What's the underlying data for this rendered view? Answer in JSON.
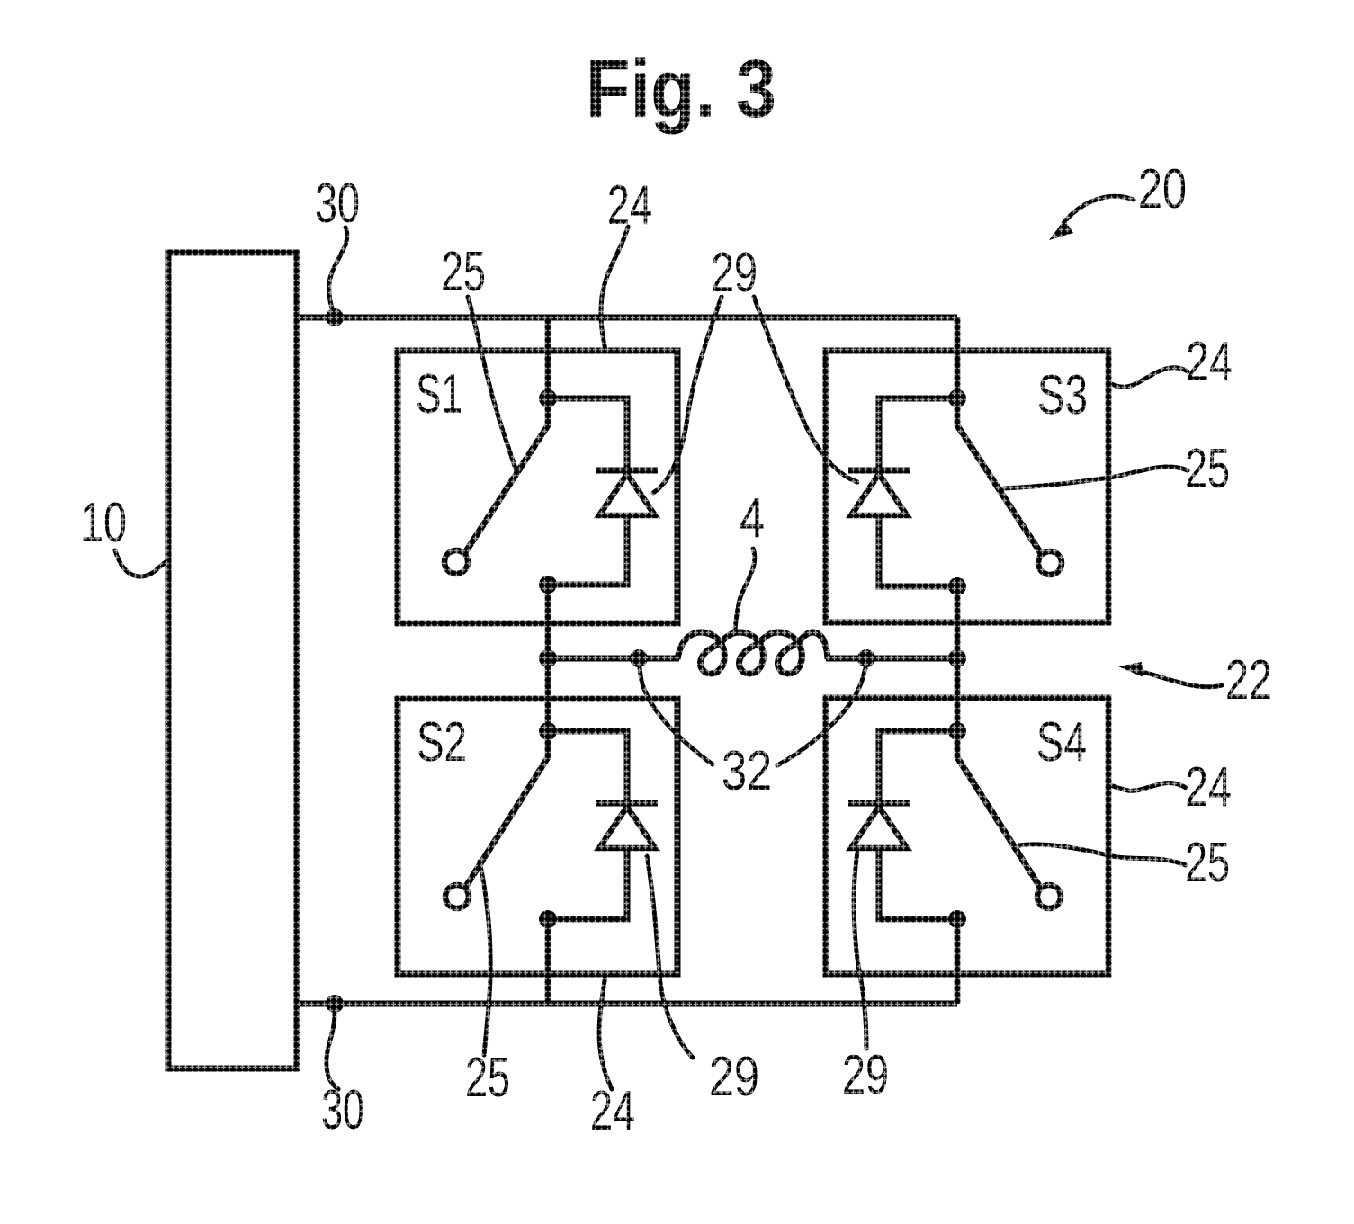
{
  "title": "Fig. 3",
  "modules": {
    "s1": "S1",
    "s2": "S2",
    "s3": "S3",
    "s4": "S4"
  },
  "refs": {
    "r4": "4",
    "r10": "10",
    "r20": "20",
    "r22": "22",
    "r24": "24",
    "r25": "25",
    "r29": "29",
    "r30": "30",
    "r32": "32"
  },
  "colors": {
    "ink": "#000000",
    "paper": "#ffffff"
  }
}
